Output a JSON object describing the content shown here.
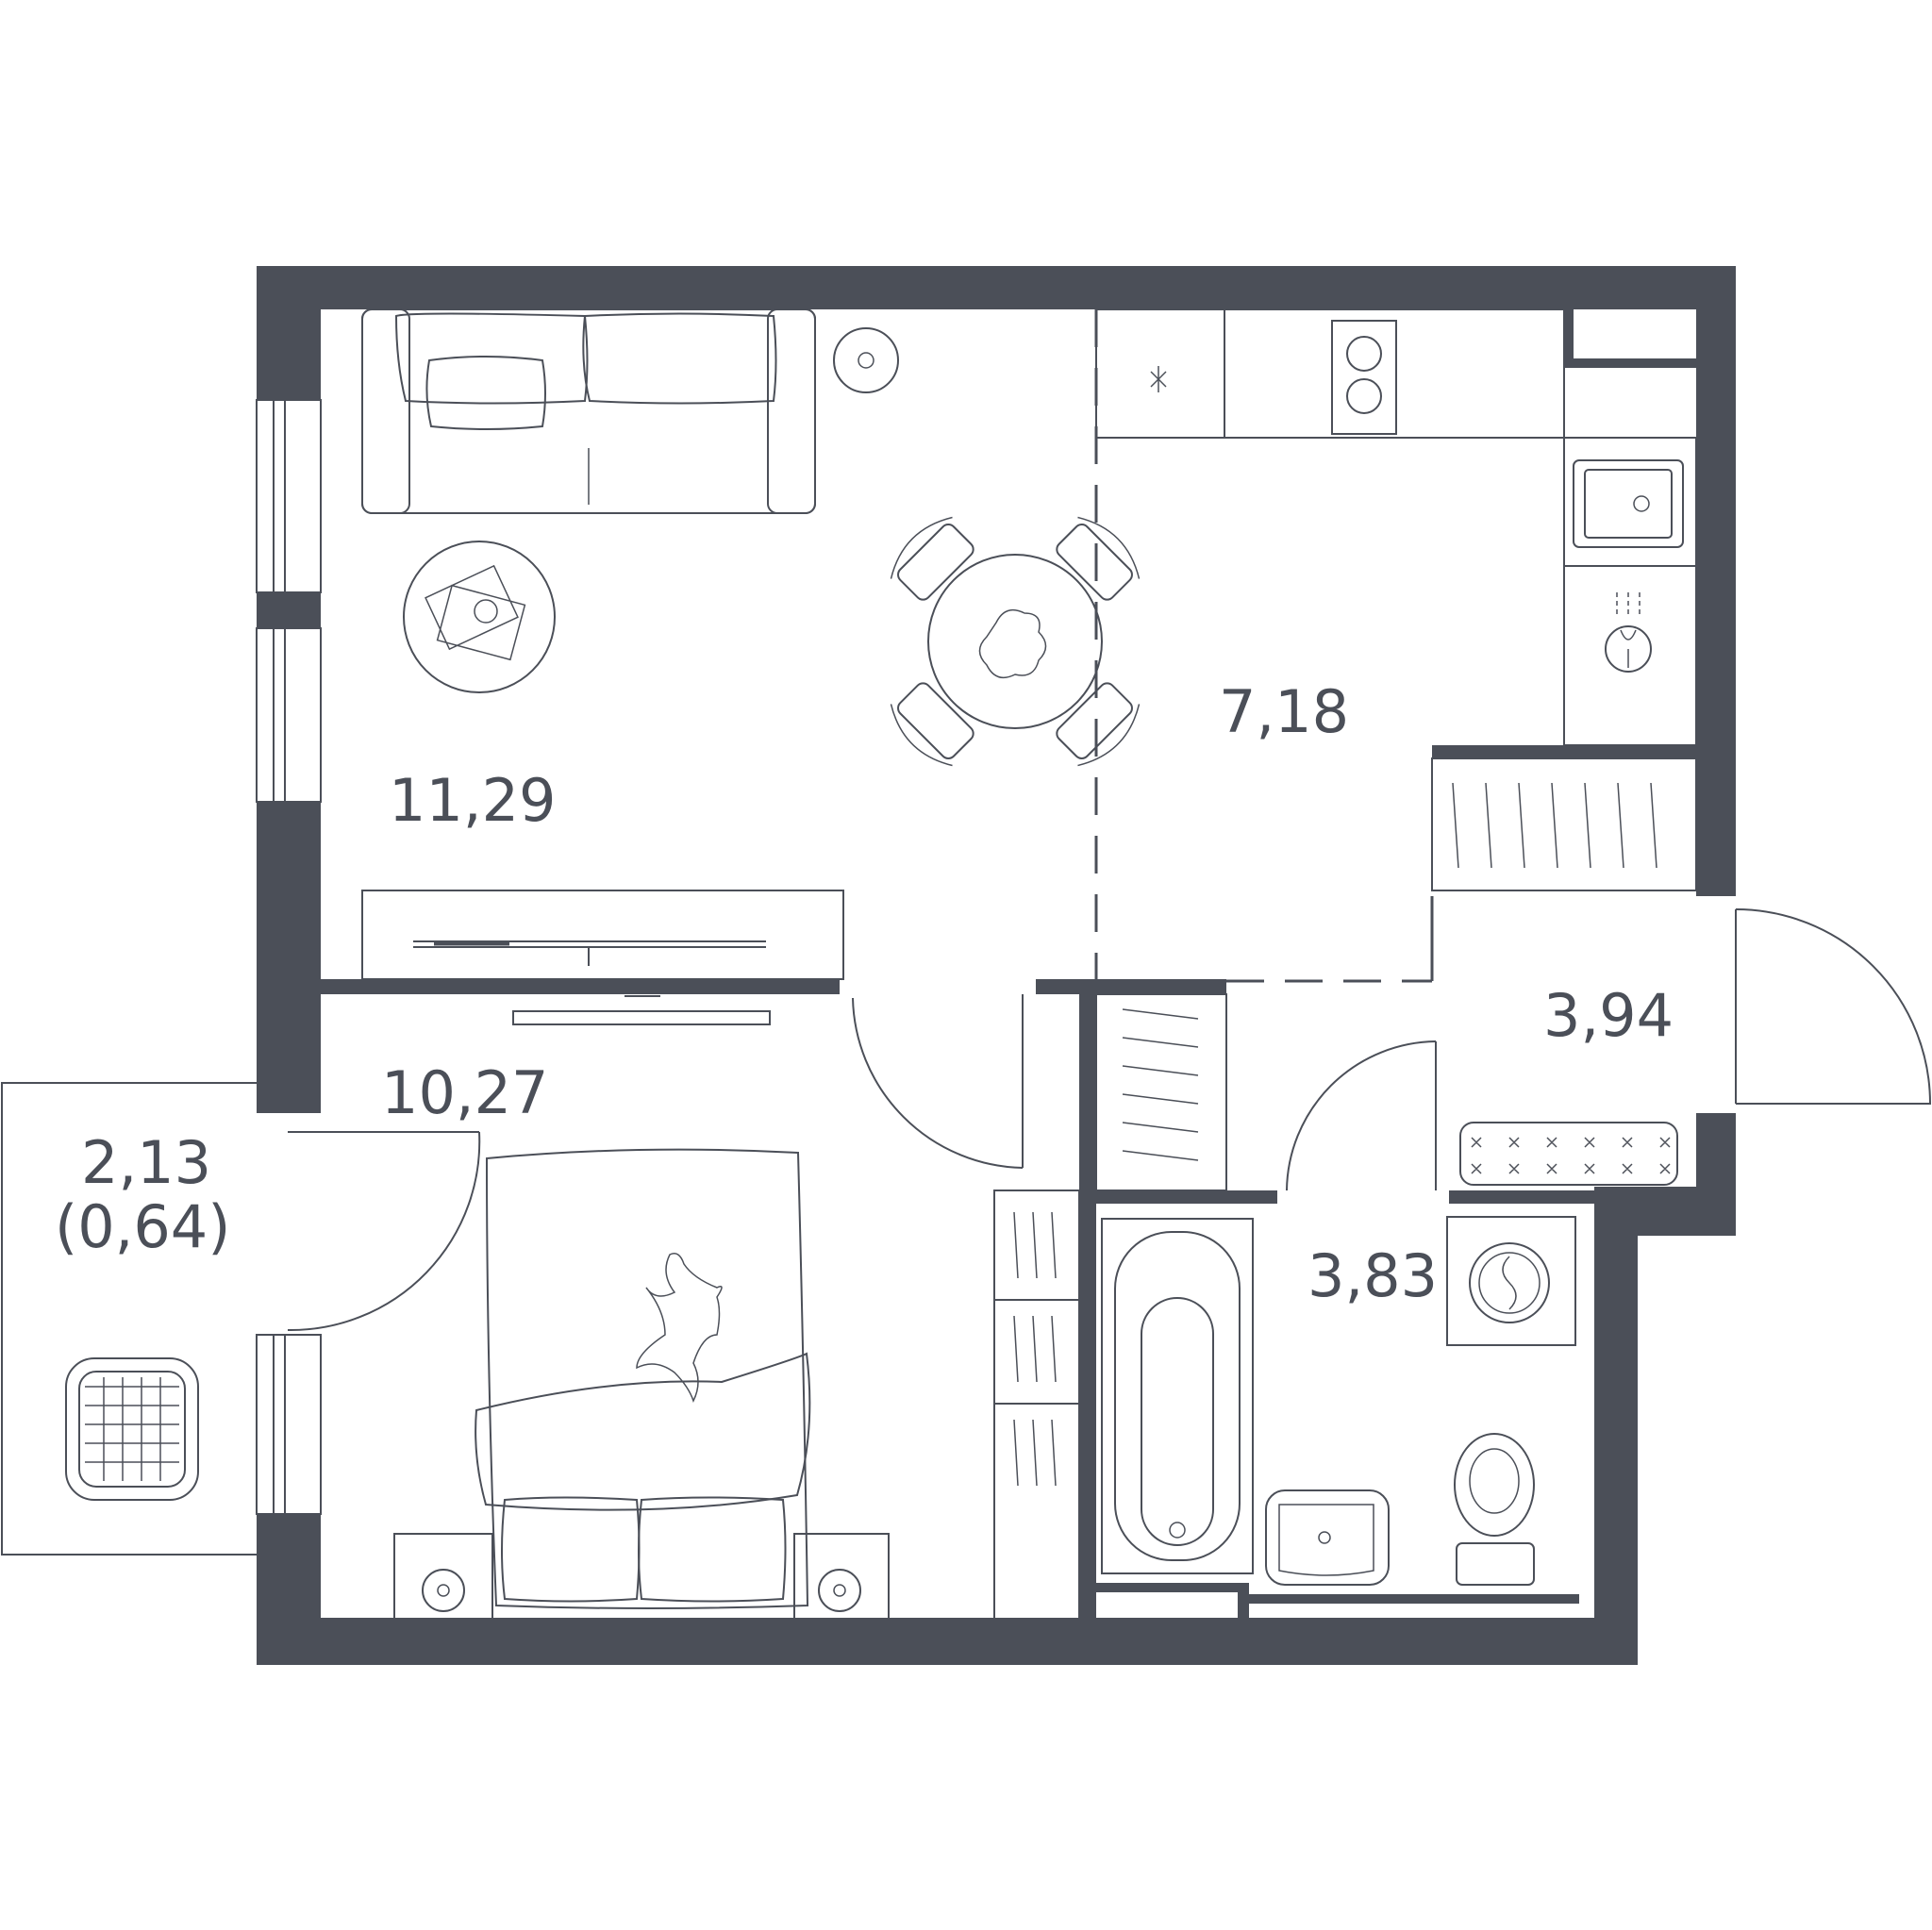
{
  "floor_plan": {
    "rooms": [
      {
        "id": "living",
        "area": "11,29"
      },
      {
        "id": "kitchen",
        "area": "7,18"
      },
      {
        "id": "bedroom",
        "area": "10,27"
      },
      {
        "id": "balcony",
        "area": "2,13",
        "sub_area": "(0,64)"
      },
      {
        "id": "hall",
        "area": "3,94"
      },
      {
        "id": "bathroom",
        "area": "3,83"
      }
    ],
    "colors": {
      "wall": "#4b4f58",
      "line": "#4b4f58",
      "background": "#ffffff"
    },
    "icons": [
      "sofa-icon",
      "coffee-table-icon",
      "dining-set-icon",
      "tv-stand-icon",
      "tv-icon",
      "cooktop-icon",
      "sink-icon",
      "dishwasher-icon",
      "wardrobe-icon",
      "bed-icon",
      "cat-icon",
      "nightstand-icon",
      "bathtub-icon",
      "washbasin-icon",
      "toilet-icon",
      "washing-machine-icon",
      "shoe-rack-icon",
      "balcony-chair-icon"
    ]
  }
}
